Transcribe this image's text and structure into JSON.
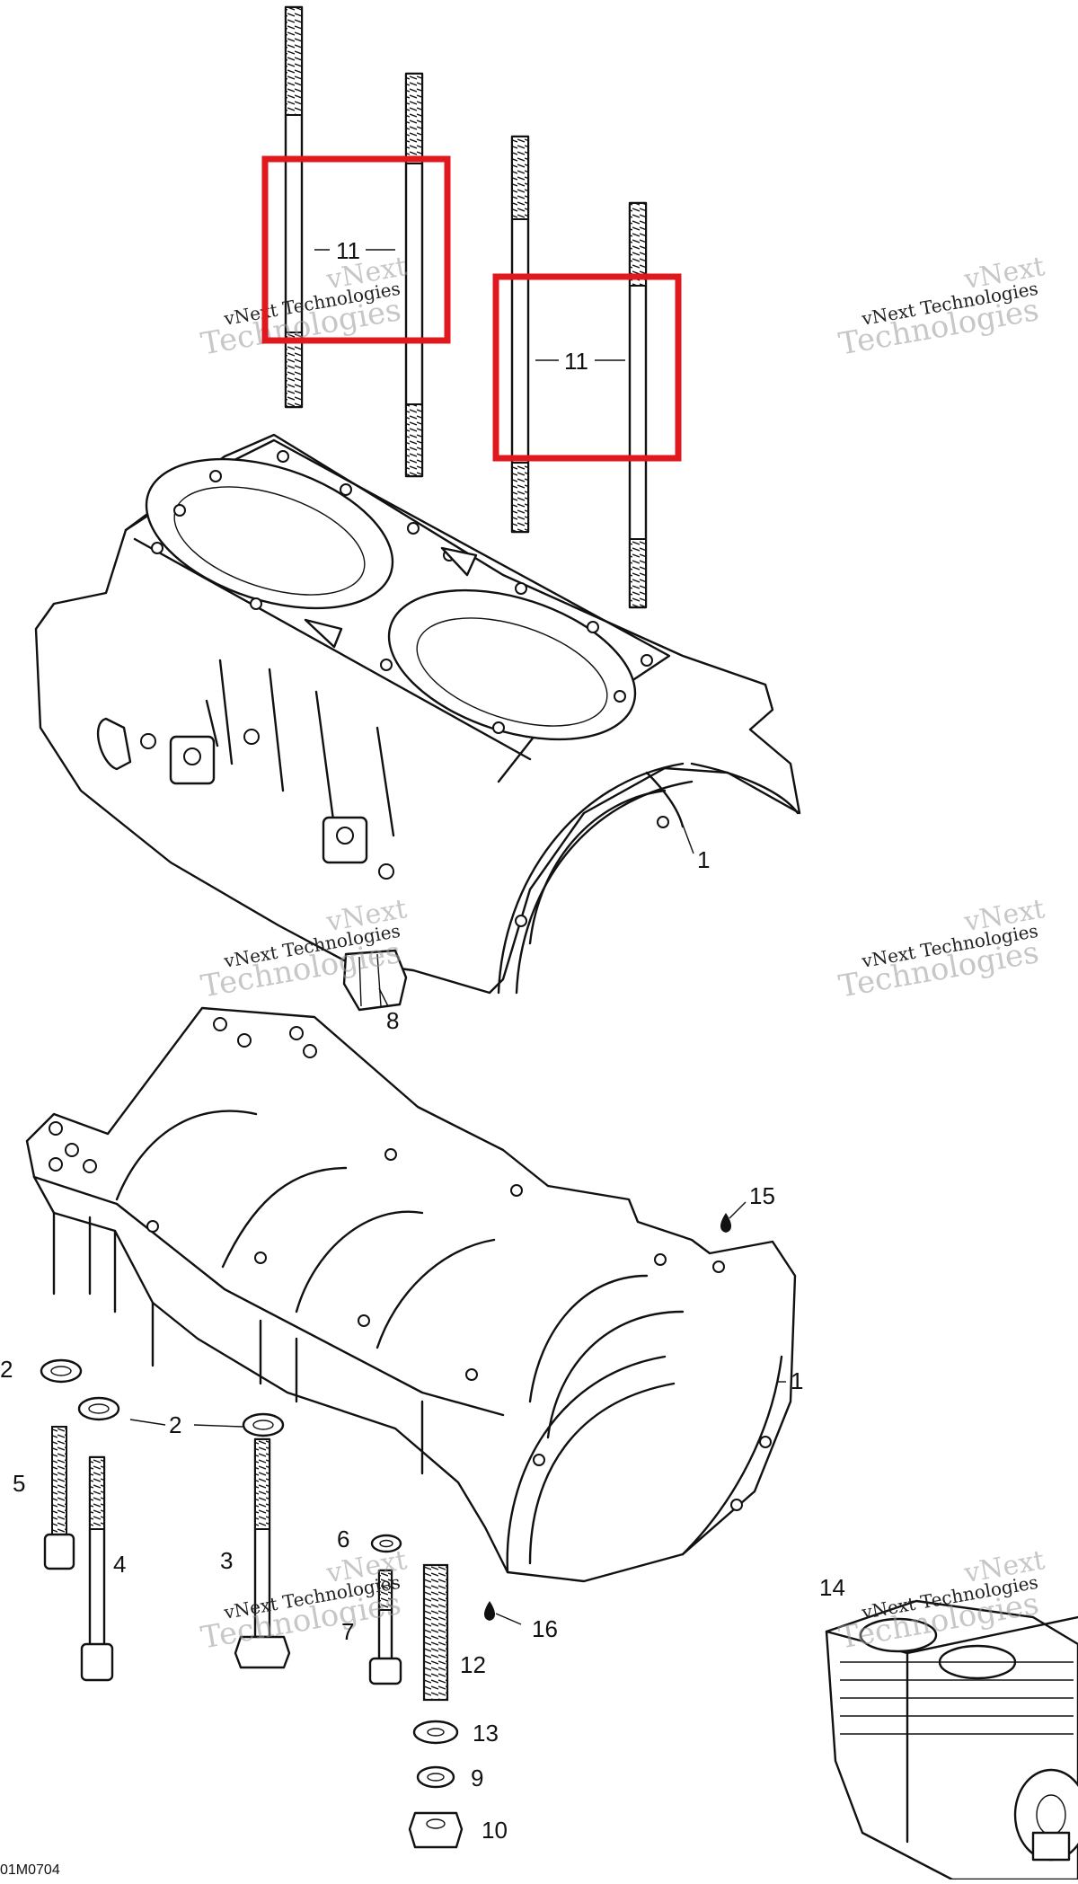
{
  "diagram": {
    "ref_code": "01M0704",
    "callouts": [
      {
        "id": "c11a",
        "label": "11"
      },
      {
        "id": "c11b",
        "label": "11"
      },
      {
        "id": "c1a",
        "label": "1"
      },
      {
        "id": "c1b",
        "label": "1"
      },
      {
        "id": "c8",
        "label": "8"
      },
      {
        "id": "c15",
        "label": "15"
      },
      {
        "id": "c2a",
        "label": "2"
      },
      {
        "id": "c2b",
        "label": "2"
      },
      {
        "id": "c5",
        "label": "5"
      },
      {
        "id": "c4",
        "label": "4"
      },
      {
        "id": "c3",
        "label": "3"
      },
      {
        "id": "c6",
        "label": "6"
      },
      {
        "id": "c7",
        "label": "7"
      },
      {
        "id": "c16",
        "label": "16"
      },
      {
        "id": "c12",
        "label": "12"
      },
      {
        "id": "c13",
        "label": "13"
      },
      {
        "id": "c9",
        "label": "9"
      },
      {
        "id": "c10",
        "label": "10"
      },
      {
        "id": "c14",
        "label": "14"
      }
    ],
    "watermark": {
      "line1": "vNext",
      "line2": "Technologies"
    },
    "highlight_color": "#e0191e"
  }
}
